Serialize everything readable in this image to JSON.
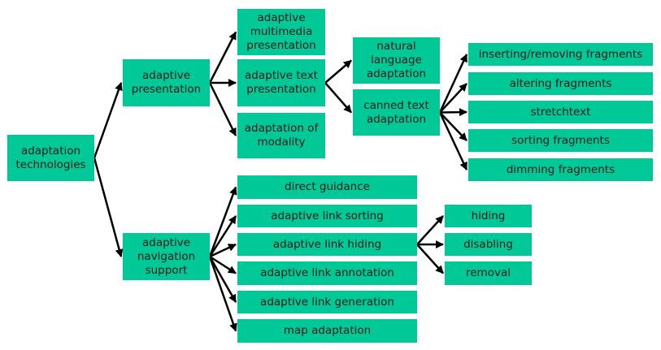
{
  "colors": {
    "box_fill": "#00c896",
    "arrow": "#000000",
    "text": "#1a1a1a"
  },
  "nodes": {
    "adaptation_technologies": "adaptation technologies",
    "adaptive_presentation": "adaptive presentation",
    "adaptive_navigation_support": "adaptive navigation support",
    "adaptive_multimedia_presentation": "adaptive multimedia presentation",
    "adaptive_text_presentation": "adaptive text presentation",
    "adaptation_of_modality": "adaptation of modality",
    "natural_language_adaptation": "natural language adaptation",
    "canned_text_adaptation": "canned text adaptation",
    "inserting_removing_fragments": "inserting/removing fragments",
    "altering_fragments": "altering fragments",
    "stretchtext": "stretchtext",
    "sorting_fragments": "sorting fragments",
    "dimming_fragments": "dimming fragments",
    "direct_guidance": "direct guidance",
    "adaptive_link_sorting": "adaptive link sorting",
    "adaptive_link_hiding": "adaptive link hiding",
    "adaptive_link_annotation": "adaptive link annotation",
    "adaptive_link_generation": "adaptive link generation",
    "map_adaptation": "map adaptation",
    "hiding": "hiding",
    "disabling": "disabling",
    "removal": "removal"
  },
  "edges": [
    [
      "adaptation_technologies",
      "adaptive_presentation"
    ],
    [
      "adaptation_technologies",
      "adaptive_navigation_support"
    ],
    [
      "adaptive_presentation",
      "adaptive_multimedia_presentation"
    ],
    [
      "adaptive_presentation",
      "adaptive_text_presentation"
    ],
    [
      "adaptive_presentation",
      "adaptation_of_modality"
    ],
    [
      "adaptive_text_presentation",
      "natural_language_adaptation"
    ],
    [
      "adaptive_text_presentation",
      "canned_text_adaptation"
    ],
    [
      "canned_text_adaptation",
      "inserting_removing_fragments"
    ],
    [
      "canned_text_adaptation",
      "altering_fragments"
    ],
    [
      "canned_text_adaptation",
      "stretchtext"
    ],
    [
      "canned_text_adaptation",
      "sorting_fragments"
    ],
    [
      "canned_text_adaptation",
      "dimming_fragments"
    ],
    [
      "adaptive_navigation_support",
      "direct_guidance"
    ],
    [
      "adaptive_navigation_support",
      "adaptive_link_sorting"
    ],
    [
      "adaptive_navigation_support",
      "adaptive_link_hiding"
    ],
    [
      "adaptive_navigation_support",
      "adaptive_link_annotation"
    ],
    [
      "adaptive_navigation_support",
      "adaptive_link_generation"
    ],
    [
      "adaptive_navigation_support",
      "map_adaptation"
    ],
    [
      "adaptive_link_hiding",
      "hiding"
    ],
    [
      "adaptive_link_hiding",
      "disabling"
    ],
    [
      "adaptive_link_hiding",
      "removal"
    ]
  ]
}
